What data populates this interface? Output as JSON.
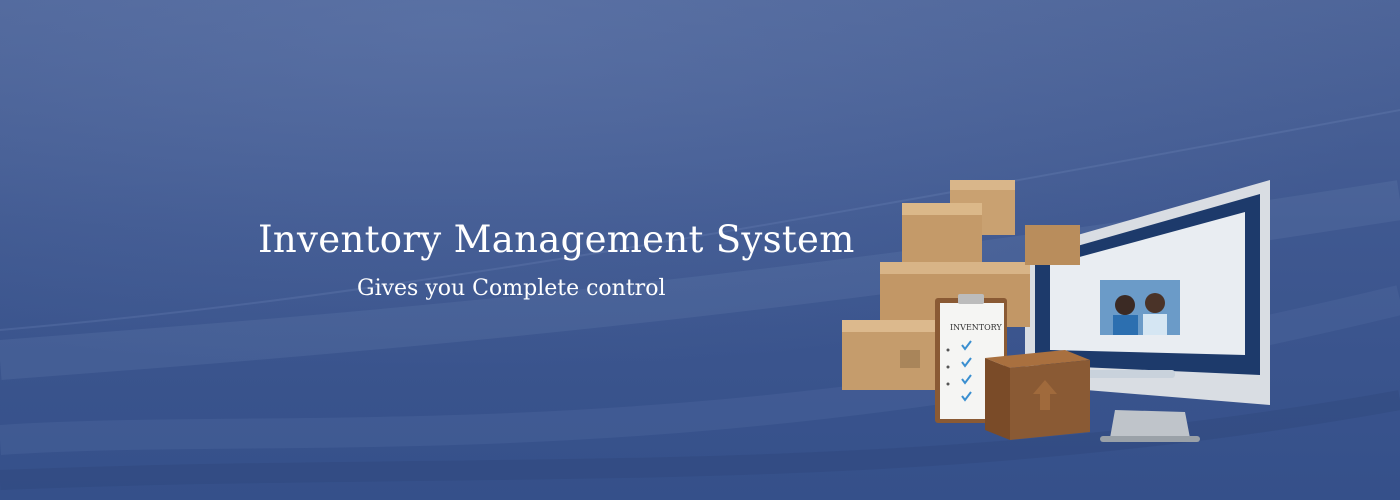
{
  "banner": {
    "headline": "Inventory Management System",
    "subheadline": "Gives you Complete control",
    "clipboard_title": "INVENTORY",
    "background_color": "#3f5890",
    "text_color": "#ffffff",
    "box_color": "#c9a171",
    "dark_box_color": "#8a5a34"
  }
}
